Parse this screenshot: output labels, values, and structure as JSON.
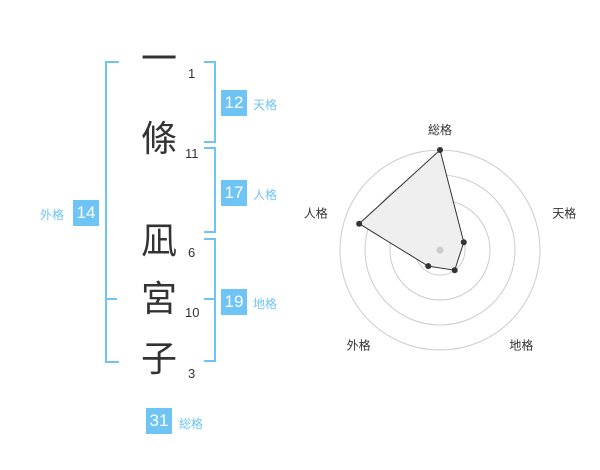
{
  "name": {
    "characters": [
      "一",
      "條",
      "凪",
      "宮",
      "子"
    ],
    "strokes": [
      "1",
      "11",
      "6",
      "10",
      "3"
    ]
  },
  "fortune": {
    "tenkaku": {
      "value": "12",
      "label": "天格"
    },
    "jinkaku": {
      "value": "17",
      "label": "人格"
    },
    "chikaku": {
      "value": "19",
      "label": "地格"
    },
    "gaikaku": {
      "value": "14",
      "label": "外格"
    },
    "soukaku": {
      "value": "31",
      "label": "総格"
    }
  },
  "chart_data": {
    "type": "radar",
    "axes": [
      "総格",
      "天格",
      "地格",
      "外格",
      "人格"
    ],
    "values": [
      1.0,
      0.25,
      0.25,
      0.2,
      0.85
    ],
    "range": [
      0,
      1
    ],
    "rings": 4,
    "colors": {
      "fill": "#efefef",
      "line": "#333333",
      "ring": "#cccccc",
      "point": "#333333",
      "center": "#cccccc"
    }
  }
}
